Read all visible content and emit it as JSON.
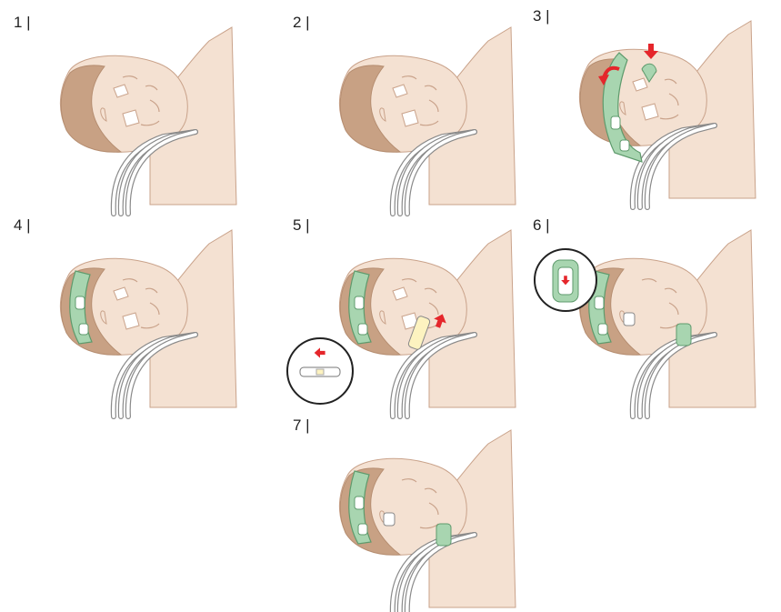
{
  "colors": {
    "skin": "#f4e1d2",
    "skin_line": "#c9a28a",
    "hair": "#c8a184",
    "hair_dark": "#b58d70",
    "band": "#a8d5b0",
    "band_dark": "#5e9a6c",
    "tube": "#ffffff",
    "tube_line": "#8a8a8a",
    "arrow": "#e5262b",
    "outline": "#222222"
  },
  "steps": [
    {
      "label": "1 |",
      "band": false,
      "eyepads": true,
      "slider": false,
      "inset": null,
      "arrows": []
    },
    {
      "label": "2 |",
      "band": false,
      "eyepads": true,
      "slider": false,
      "inset": null,
      "arrows": []
    },
    {
      "label": "3 |",
      "band": "applying",
      "eyepads": true,
      "slider": false,
      "inset": null,
      "arrows": [
        "down",
        "curve-left"
      ]
    },
    {
      "label": "4 |",
      "band": true,
      "eyepads": true,
      "slider": false,
      "inset": null,
      "arrows": []
    },
    {
      "label": "5 |",
      "band": true,
      "eyepads": true,
      "slider": "attaching",
      "inset": "slider-left-arrow",
      "arrows": [
        "up-right"
      ]
    },
    {
      "label": "6 |",
      "band": true,
      "eyepads": false,
      "slider": "fixed",
      "inset": "clip-down-arrow",
      "arrows": []
    },
    {
      "label": "7 |",
      "band": true,
      "eyepads": false,
      "slider": "fixed",
      "inset": null,
      "arrows": []
    }
  ]
}
